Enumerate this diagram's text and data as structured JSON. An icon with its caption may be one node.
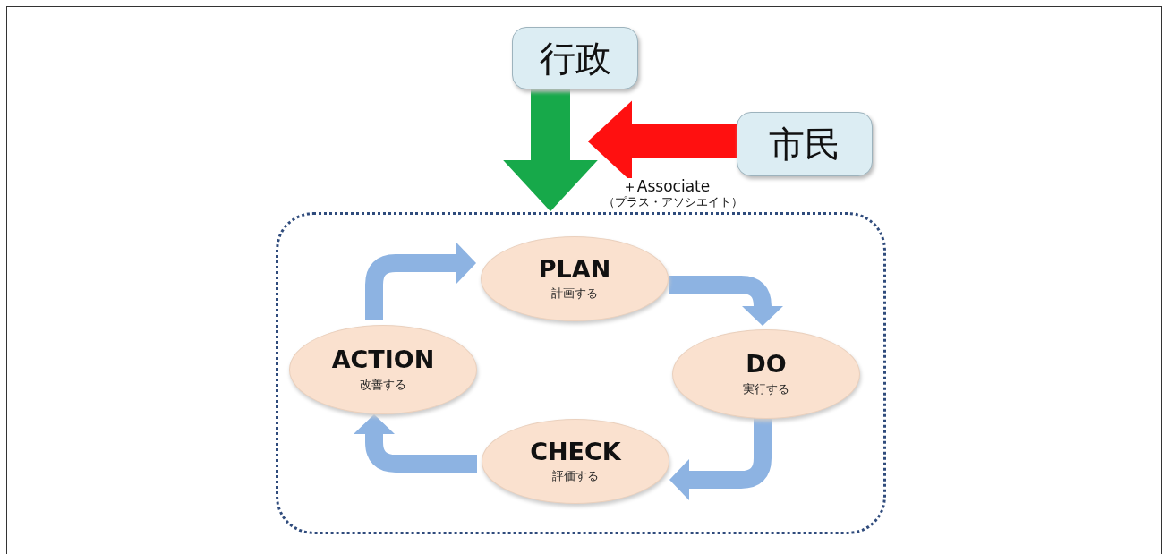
{
  "diagram": {
    "nodes": [
      {
        "text": [
          "行政"
        ]
      },
      {
        "text": [
          "市民"
        ]
      },
      {
        "text": [],
        "shape": "box"
      },
      {
        "text": [
          "PLAN",
          "計画する"
        ],
        "in": 2
      },
      {
        "text": [
          "DO",
          "実行する"
        ],
        "in": 2
      },
      {
        "text": [
          "CHECK",
          "評価する"
        ],
        "in": 2
      },
      {
        "text": [
          "ACTION",
          "改善する"
        ],
        "in": 2
      }
    ],
    "edges": [
      {
        "from": 0,
        "to": 2,
        "arrow": "to",
        "style": "thick",
        "color": "#17a94a"
      },
      {
        "from": 1,
        "to": 0,
        "arrow": "to",
        "style": "thick",
        "color": "#ff1010",
        "label": "＋Associate"
      },
      {
        "from": 3,
        "to": 4,
        "arrow": "to"
      },
      {
        "from": 4,
        "to": 5,
        "arrow": "to"
      },
      {
        "from": 5,
        "to": 6,
        "arrow": "to"
      },
      {
        "from": 6,
        "to": 3,
        "arrow": "to"
      }
    ],
    "labels": [
      "（プラス・アソシエイト）"
    ]
  }
}
